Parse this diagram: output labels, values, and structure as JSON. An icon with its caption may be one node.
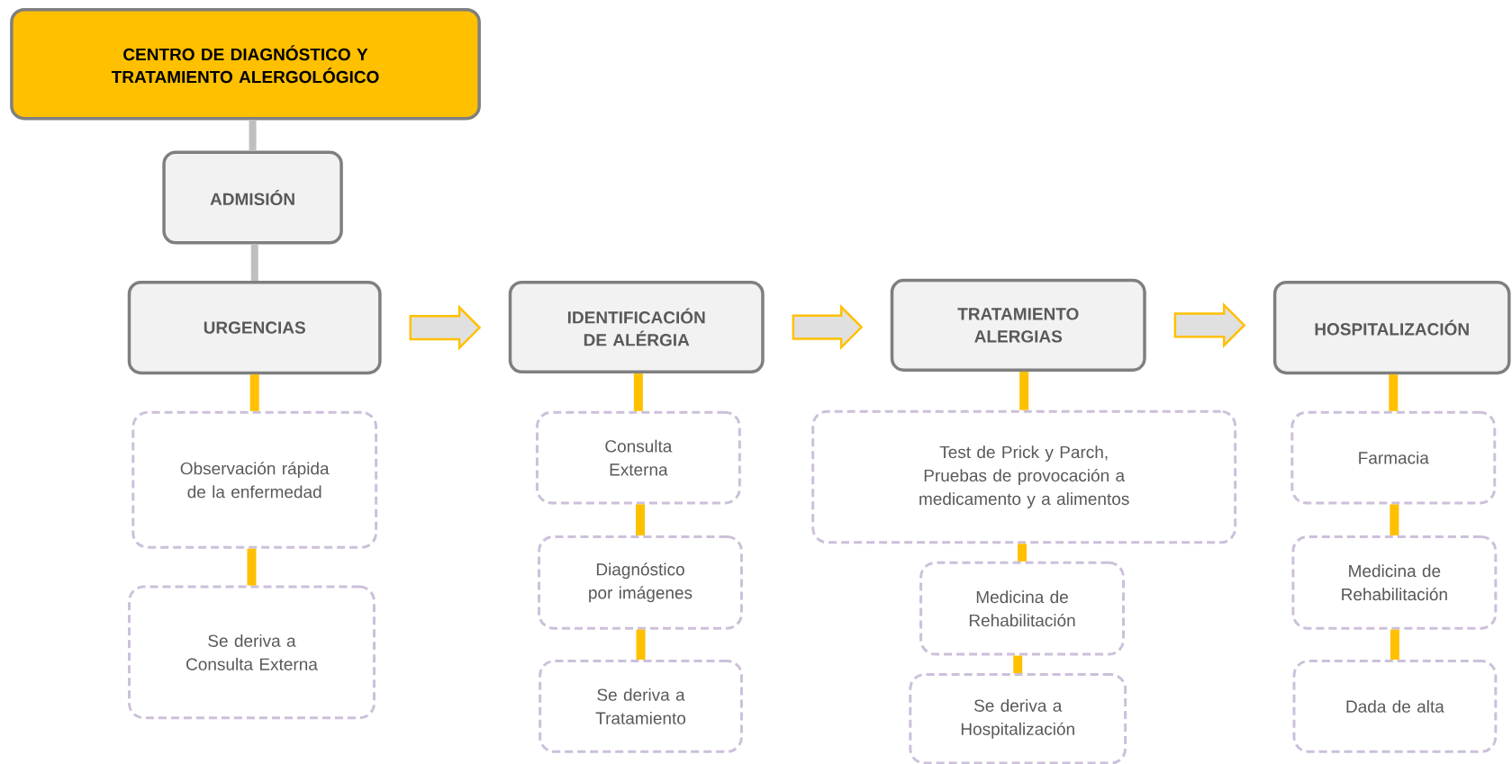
{
  "diagram": {
    "nodes": [
      {
        "text": [
          "CENTRO DE DIAGNÓSTICO Y TRATAMIENTO ALERGOLÓGICO"
        ]
      },
      {
        "text": [
          "ADMISIÓN"
        ]
      },
      {
        "text": [
          "URGENCIAS"
        ]
      },
      {
        "text": [
          "IDENTIFICACIÓN DE ALÉRGIA"
        ]
      },
      {
        "text": [
          "TRATAMIENTO ALERGIAS"
        ]
      },
      {
        "text": [
          "HOSPITALIZACIÓN"
        ]
      },
      {
        "text": [
          "Observación rápida de la enfermedad"
        ]
      },
      {
        "text": [
          "Se deriva a Consulta Externa"
        ]
      },
      {
        "text": [
          "Consulta Externa"
        ]
      },
      {
        "text": [
          "Diagnóstico por imágenes"
        ]
      },
      {
        "text": [
          "Se deriva a Tratamiento"
        ]
      },
      {
        "text": [
          "Test de Prick y Parch, Pruebas de provocación a medicamento y a alimentos"
        ]
      },
      {
        "text": [
          "Medicina de Rehabilitación"
        ]
      },
      {
        "text": [
          "Se deriva a Hospitalización"
        ]
      },
      {
        "text": [
          "Farmacia"
        ]
      },
      {
        "text": [
          "Medicina de Rehabilitación"
        ]
      },
      {
        "text": [
          "Dada de alta"
        ]
      }
    ],
    "edges": [
      {
        "from": 0,
        "to": 1,
        "arrow": "none",
        "color": "#bfbfbf"
      },
      {
        "from": 1,
        "to": 2,
        "arrow": "none",
        "color": "#bfbfbf"
      },
      {
        "from": 2,
        "to": 3,
        "arrow": "to"
      },
      {
        "from": 3,
        "to": 4,
        "arrow": "to"
      },
      {
        "from": 4,
        "to": 5,
        "arrow": "to"
      },
      {
        "from": 2,
        "to": 6,
        "arrow": "none"
      },
      {
        "from": 6,
        "to": 7,
        "arrow": "none"
      },
      {
        "from": 3,
        "to": 8,
        "arrow": "none"
      },
      {
        "from": 8,
        "to": 9,
        "arrow": "none"
      },
      {
        "from": 9,
        "to": 10,
        "arrow": "none"
      },
      {
        "from": 4,
        "to": 11,
        "arrow": "none"
      },
      {
        "from": 11,
        "to": 12,
        "arrow": "none"
      },
      {
        "from": 12,
        "to": 13,
        "arrow": "none"
      },
      {
        "from": 5,
        "to": 14,
        "arrow": "none"
      },
      {
        "from": 14,
        "to": 15,
        "arrow": "none"
      },
      {
        "from": 15,
        "to": 16,
        "arrow": "none"
      }
    ]
  }
}
